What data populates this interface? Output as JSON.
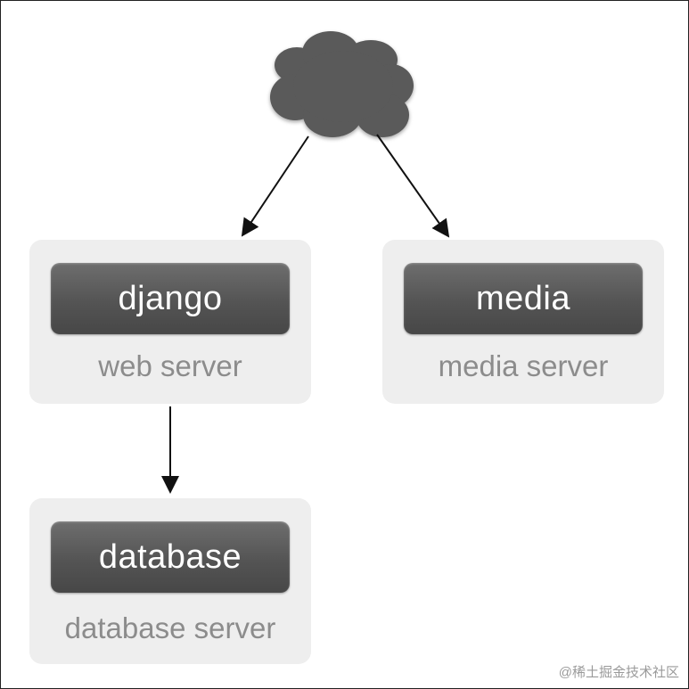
{
  "internet": {
    "icon": "cloud-icon"
  },
  "servers": {
    "web": {
      "service": "django",
      "caption": "web server"
    },
    "media": {
      "service": "media",
      "caption": "media server"
    },
    "database": {
      "service": "database",
      "caption": "database server"
    }
  },
  "watermark": "@稀土掘金技术社区",
  "colors": {
    "cloud": "#5a5a5a",
    "panel": "#eeeeee",
    "box": "#555555",
    "caption": "#8c8c8c",
    "arrow": "#111111"
  }
}
